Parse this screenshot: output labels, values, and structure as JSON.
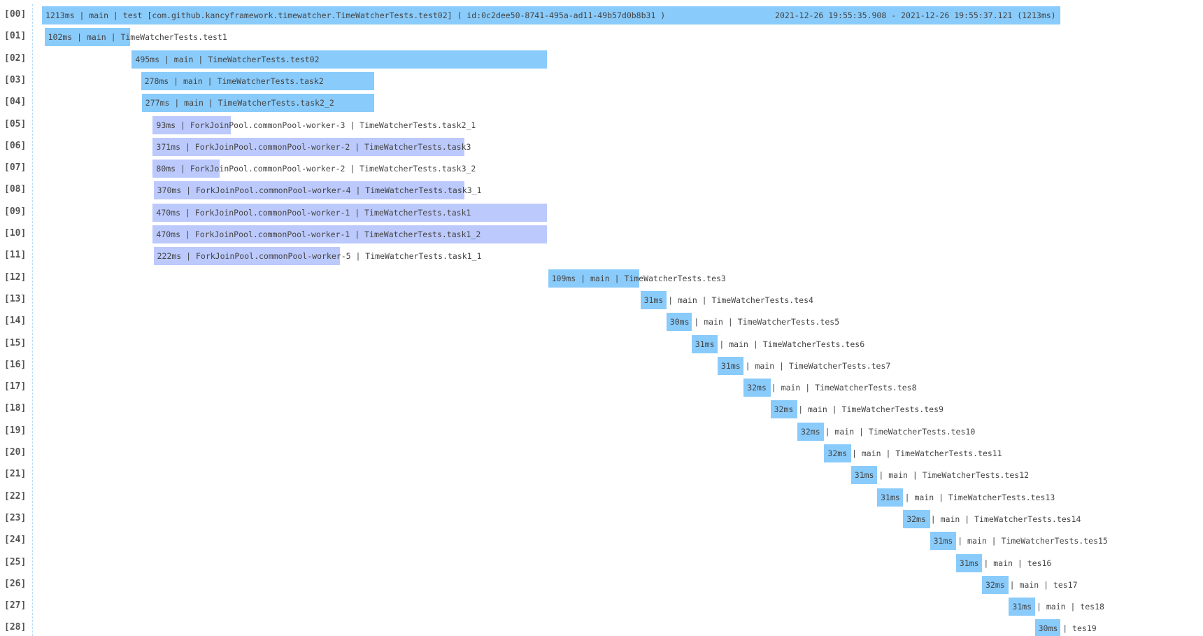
{
  "colors": {
    "main_thread": "#89cbfb",
    "worker_thread": "#bcc9fc",
    "text": "#444444",
    "index": "#555555",
    "guide": "#b9dcf6"
  },
  "chart_data": {
    "type": "gantt",
    "time_unit": "ms",
    "total_ms": 1213,
    "rows": [
      {
        "index": "[00]",
        "start": 0,
        "duration": 1213,
        "thread": "main",
        "label": "1213ms | main | test [com.github.kancyframework.timewatcher.TimeWatcherTests.test02] ( id:0c2dee50-8741-495a-ad11-49b57d0b8b31 )",
        "time_range": "2021-12-26 19:55:35.908 - 2021-12-26 19:55:37.121 (1213ms)"
      },
      {
        "index": "[01]",
        "start": 3,
        "duration": 102,
        "thread": "main",
        "label": "102ms | main | TimeWatcherTests.test1"
      },
      {
        "index": "[02]",
        "start": 107,
        "duration": 495,
        "thread": "main",
        "label": "495ms | main | TimeWatcherTests.test02"
      },
      {
        "index": "[03]",
        "start": 118,
        "duration": 278,
        "thread": "main",
        "label": "278ms | main | TimeWatcherTests.task2"
      },
      {
        "index": "[04]",
        "start": 119,
        "duration": 277,
        "thread": "main",
        "label": "277ms | main | TimeWatcherTests.task2_2"
      },
      {
        "index": "[05]",
        "start": 132,
        "duration": 93,
        "thread": "ForkJoinPool.commonPool-worker-3",
        "label": "93ms | ForkJoinPool.commonPool-worker-3 | TimeWatcherTests.task2_1"
      },
      {
        "index": "[06]",
        "start": 132,
        "duration": 371,
        "thread": "ForkJoinPool.commonPool-worker-2",
        "label": "371ms | ForkJoinPool.commonPool-worker-2 | TimeWatcherTests.task3"
      },
      {
        "index": "[07]",
        "start": 132,
        "duration": 80,
        "thread": "ForkJoinPool.commonPool-worker-2",
        "label": "80ms | ForkJoinPool.commonPool-worker-2 | TimeWatcherTests.task3_2"
      },
      {
        "index": "[08]",
        "start": 133,
        "duration": 370,
        "thread": "ForkJoinPool.commonPool-worker-4",
        "label": "370ms | ForkJoinPool.commonPool-worker-4 | TimeWatcherTests.task3_1"
      },
      {
        "index": "[09]",
        "start": 132,
        "duration": 470,
        "thread": "ForkJoinPool.commonPool-worker-1",
        "label": "470ms | ForkJoinPool.commonPool-worker-1 | TimeWatcherTests.task1"
      },
      {
        "index": "[10]",
        "start": 132,
        "duration": 470,
        "thread": "ForkJoinPool.commonPool-worker-1",
        "label": "470ms | ForkJoinPool.commonPool-worker-1 | TimeWatcherTests.task1_2"
      },
      {
        "index": "[11]",
        "start": 133,
        "duration": 222,
        "thread": "ForkJoinPool.commonPool-worker-5",
        "label": "222ms | ForkJoinPool.commonPool-worker-5 | TimeWatcherTests.task1_1"
      },
      {
        "index": "[12]",
        "start": 603,
        "duration": 109,
        "thread": "main",
        "label": "109ms | main | TimeWatcherTests.tes3"
      },
      {
        "index": "[13]",
        "start": 713,
        "duration": 31,
        "thread": "main",
        "label": "31ms | main | TimeWatcherTests.tes4"
      },
      {
        "index": "[14]",
        "start": 744,
        "duration": 30,
        "thread": "main",
        "label": "30ms | main | TimeWatcherTests.tes5"
      },
      {
        "index": "[15]",
        "start": 774,
        "duration": 31,
        "thread": "main",
        "label": "31ms | main | TimeWatcherTests.tes6"
      },
      {
        "index": "[16]",
        "start": 805,
        "duration": 31,
        "thread": "main",
        "label": "31ms | main | TimeWatcherTests.tes7"
      },
      {
        "index": "[17]",
        "start": 836,
        "duration": 32,
        "thread": "main",
        "label": "32ms | main | TimeWatcherTests.tes8"
      },
      {
        "index": "[18]",
        "start": 868,
        "duration": 32,
        "thread": "main",
        "label": "32ms | main | TimeWatcherTests.tes9"
      },
      {
        "index": "[19]",
        "start": 900,
        "duration": 32,
        "thread": "main",
        "label": "32ms | main | TimeWatcherTests.tes10"
      },
      {
        "index": "[20]",
        "start": 932,
        "duration": 32,
        "thread": "main",
        "label": "32ms | main | TimeWatcherTests.tes11"
      },
      {
        "index": "[21]",
        "start": 964,
        "duration": 31,
        "thread": "main",
        "label": "31ms | main | TimeWatcherTests.tes12"
      },
      {
        "index": "[22]",
        "start": 995,
        "duration": 31,
        "thread": "main",
        "label": "31ms | main | TimeWatcherTests.tes13"
      },
      {
        "index": "[23]",
        "start": 1026,
        "duration": 32,
        "thread": "main",
        "label": "32ms | main | TimeWatcherTests.tes14"
      },
      {
        "index": "[24]",
        "start": 1058,
        "duration": 31,
        "thread": "main",
        "label": "31ms | main | TimeWatcherTests.tes15"
      },
      {
        "index": "[25]",
        "start": 1089,
        "duration": 31,
        "thread": "main",
        "label": "31ms | main | tes16"
      },
      {
        "index": "[26]",
        "start": 1120,
        "duration": 32,
        "thread": "main",
        "label": "32ms | main | tes17"
      },
      {
        "index": "[27]",
        "start": 1152,
        "duration": 31,
        "thread": "main",
        "label": "31ms | main | tes18"
      },
      {
        "index": "[28]",
        "start": 1183,
        "duration": 30,
        "thread": "main",
        "label": "30ms | tes19"
      }
    ]
  }
}
